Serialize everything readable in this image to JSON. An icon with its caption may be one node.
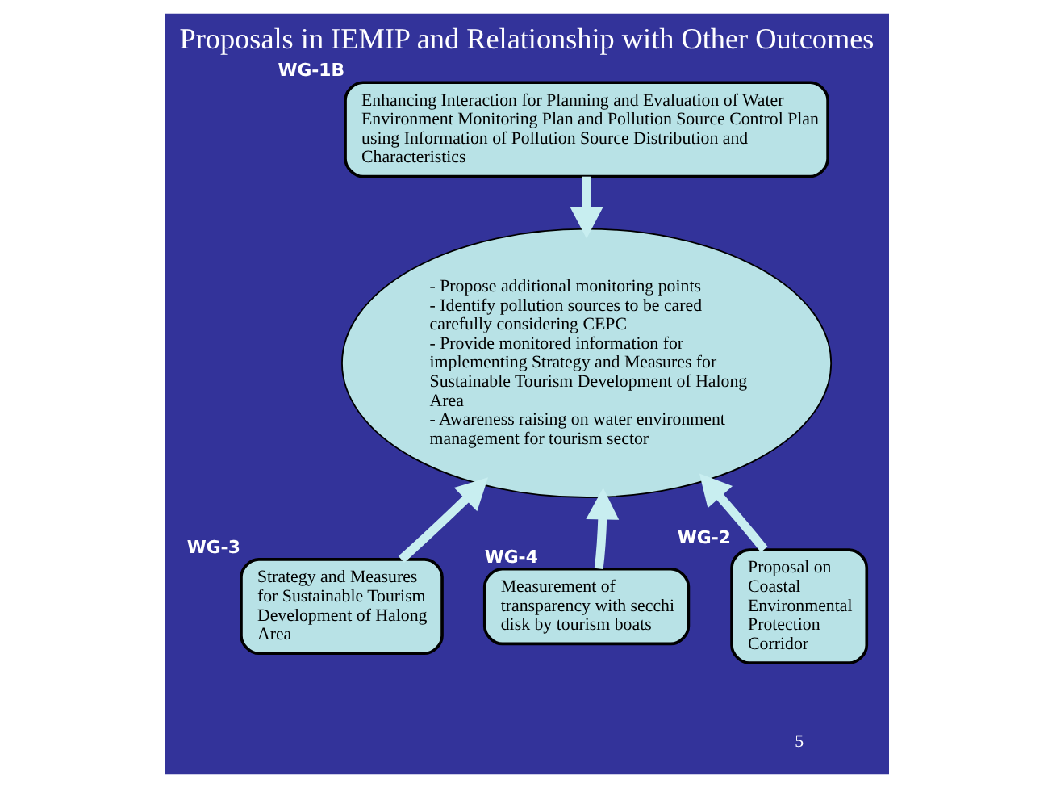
{
  "diagram": {
    "title": "Proposals in IEMIP and Relationship with Other Outcomes",
    "nodes": [
      {
        "text": [
          "Enhancing Interaction for Planning and Evaluation of Water Environment Monitoring Plan and Pollution Source Control Plan using Information of Pollution Source Distribution and Characteristics"
        ],
        "beside": [
          "WG-1B"
        ]
      },
      {
        "text": [
          "- Propose additional monitoring points",
          "- Identify pollution sources to be cared carefully considering CEPC",
          "- Provide monitored information for implementing Strategy and Measures for Sustainable Tourism Development of Halong Area",
          "- Awareness raising on water environment management for tourism sector"
        ]
      },
      {
        "text": [
          "Strategy and Measures for Sustainable Tourism Development of Halong Area"
        ],
        "beside": [
          "WG-3"
        ]
      },
      {
        "text": [
          "Measurement of transparency with secchi disk by tourism boats"
        ],
        "beside": [
          "WG-4"
        ]
      },
      {
        "text": [
          "Proposal on Coastal Environmental Protection Corridor"
        ],
        "beside": [
          "WG-2"
        ]
      }
    ],
    "edges": [
      {
        "from": 0,
        "to": 1,
        "arrow": "to"
      },
      {
        "from": 2,
        "to": 1,
        "arrow": "to"
      },
      {
        "from": 3,
        "to": 1,
        "arrow": "to"
      },
      {
        "from": 4,
        "to": 1,
        "arrow": "to"
      }
    ],
    "labels": [
      "5"
    ]
  }
}
